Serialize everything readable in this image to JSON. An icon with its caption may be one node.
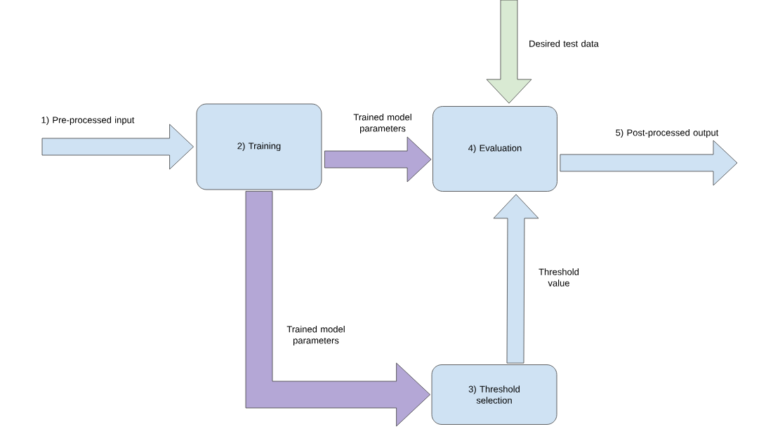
{
  "diagram": {
    "nodes": [
      {
        "text": [
          "2) Training"
        ]
      },
      {
        "text": [
          "4) Evaluation"
        ]
      },
      {
        "text": [
          "3) Threshold selection"
        ]
      }
    ],
    "edges": [
      {
        "from": null,
        "to": 0,
        "arrow": "to",
        "label": "1)  Pre-processed input"
      },
      {
        "from": 0,
        "to": 1,
        "arrow": "to",
        "label": "Trained model parameters",
        "color": "#b4a7d6"
      },
      {
        "from": null,
        "to": 1,
        "arrow": "to",
        "label": "Desired test data",
        "color": "#d9ead3"
      },
      {
        "from": 1,
        "to": null,
        "arrow": "to",
        "label": "5) Post-processed output"
      },
      {
        "from": 0,
        "to": 2,
        "arrow": "to",
        "label": "Trained model parameters",
        "color": "#b4a7d6",
        "style": "thick"
      },
      {
        "from": 2,
        "to": 1,
        "arrow": "to",
        "label": "Threshold value"
      }
    ]
  }
}
